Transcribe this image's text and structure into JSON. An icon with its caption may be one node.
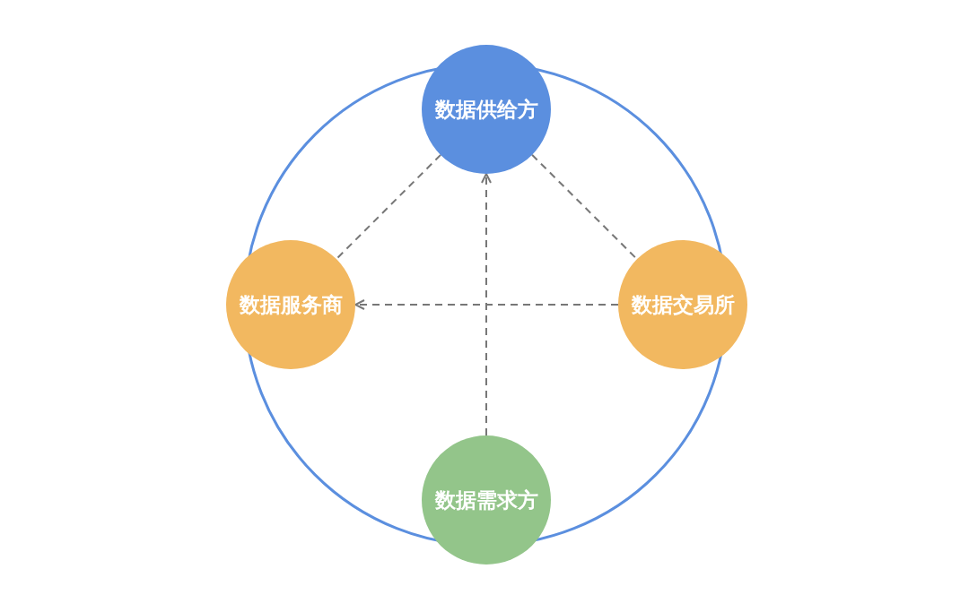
{
  "diagram": {
    "nodes": [
      {
        "text": [
          "数据供给方"
        ]
      },
      {
        "text": [
          "数据服务商"
        ]
      },
      {
        "text": [
          "数据交易所"
        ]
      },
      {
        "text": [
          "数据需求方"
        ]
      }
    ],
    "edges": [
      {
        "from": 0,
        "to": 1,
        "arrow": "none",
        "style": "dashed"
      },
      {
        "from": 0,
        "to": 2,
        "arrow": "none",
        "style": "dashed"
      },
      {
        "from": 2,
        "to": 1,
        "arrow": "to",
        "style": "dashed"
      },
      {
        "from": 3,
        "to": 0,
        "arrow": "to",
        "style": "dashed"
      }
    ]
  }
}
